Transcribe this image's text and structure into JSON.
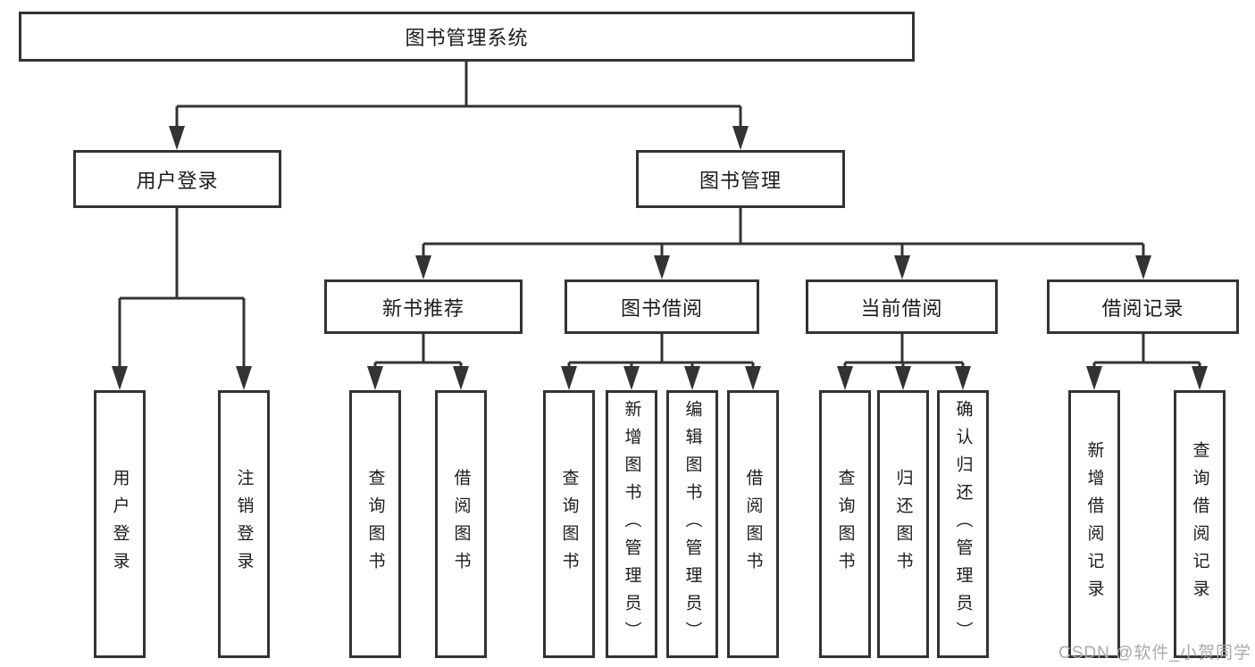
{
  "nodes": {
    "root": {
      "label": "图书管理系统"
    },
    "level2": {
      "user_login": {
        "label": "用户登录"
      },
      "book_mgmt": {
        "label": "图书管理"
      }
    },
    "level3": {
      "new_book": {
        "label": "新书推荐"
      },
      "book_borrow": {
        "label": "图书借阅"
      },
      "current_borrow": {
        "label": "当前借阅"
      },
      "borrow_records": {
        "label": "借阅记录"
      }
    },
    "leaves": {
      "user_login": [
        {
          "label": "用户登录"
        },
        {
          "label": "注销登录"
        }
      ],
      "new_book": [
        {
          "label": "查询图书"
        },
        {
          "label": "借阅图书"
        }
      ],
      "book_borrow": [
        {
          "label": "查询图书"
        },
        {
          "label": "新增图书（管理员）"
        },
        {
          "label": "编辑图书（管理员）"
        },
        {
          "label": "借阅图书"
        }
      ],
      "current_borrow": [
        {
          "label": "查询图书"
        },
        {
          "label": "归还图书"
        },
        {
          "label": "确认归还（管理员）"
        }
      ],
      "borrow_records": [
        {
          "label": "新增借阅记录"
        },
        {
          "label": "查询借阅记录"
        }
      ]
    }
  },
  "watermark": "CSDN @软件_小贺同学",
  "colors": {
    "line": "#333333",
    "box_border": "#333333",
    "text": "#1c1c1c",
    "background": "#ffffff",
    "watermark": "#a9a9a9"
  }
}
